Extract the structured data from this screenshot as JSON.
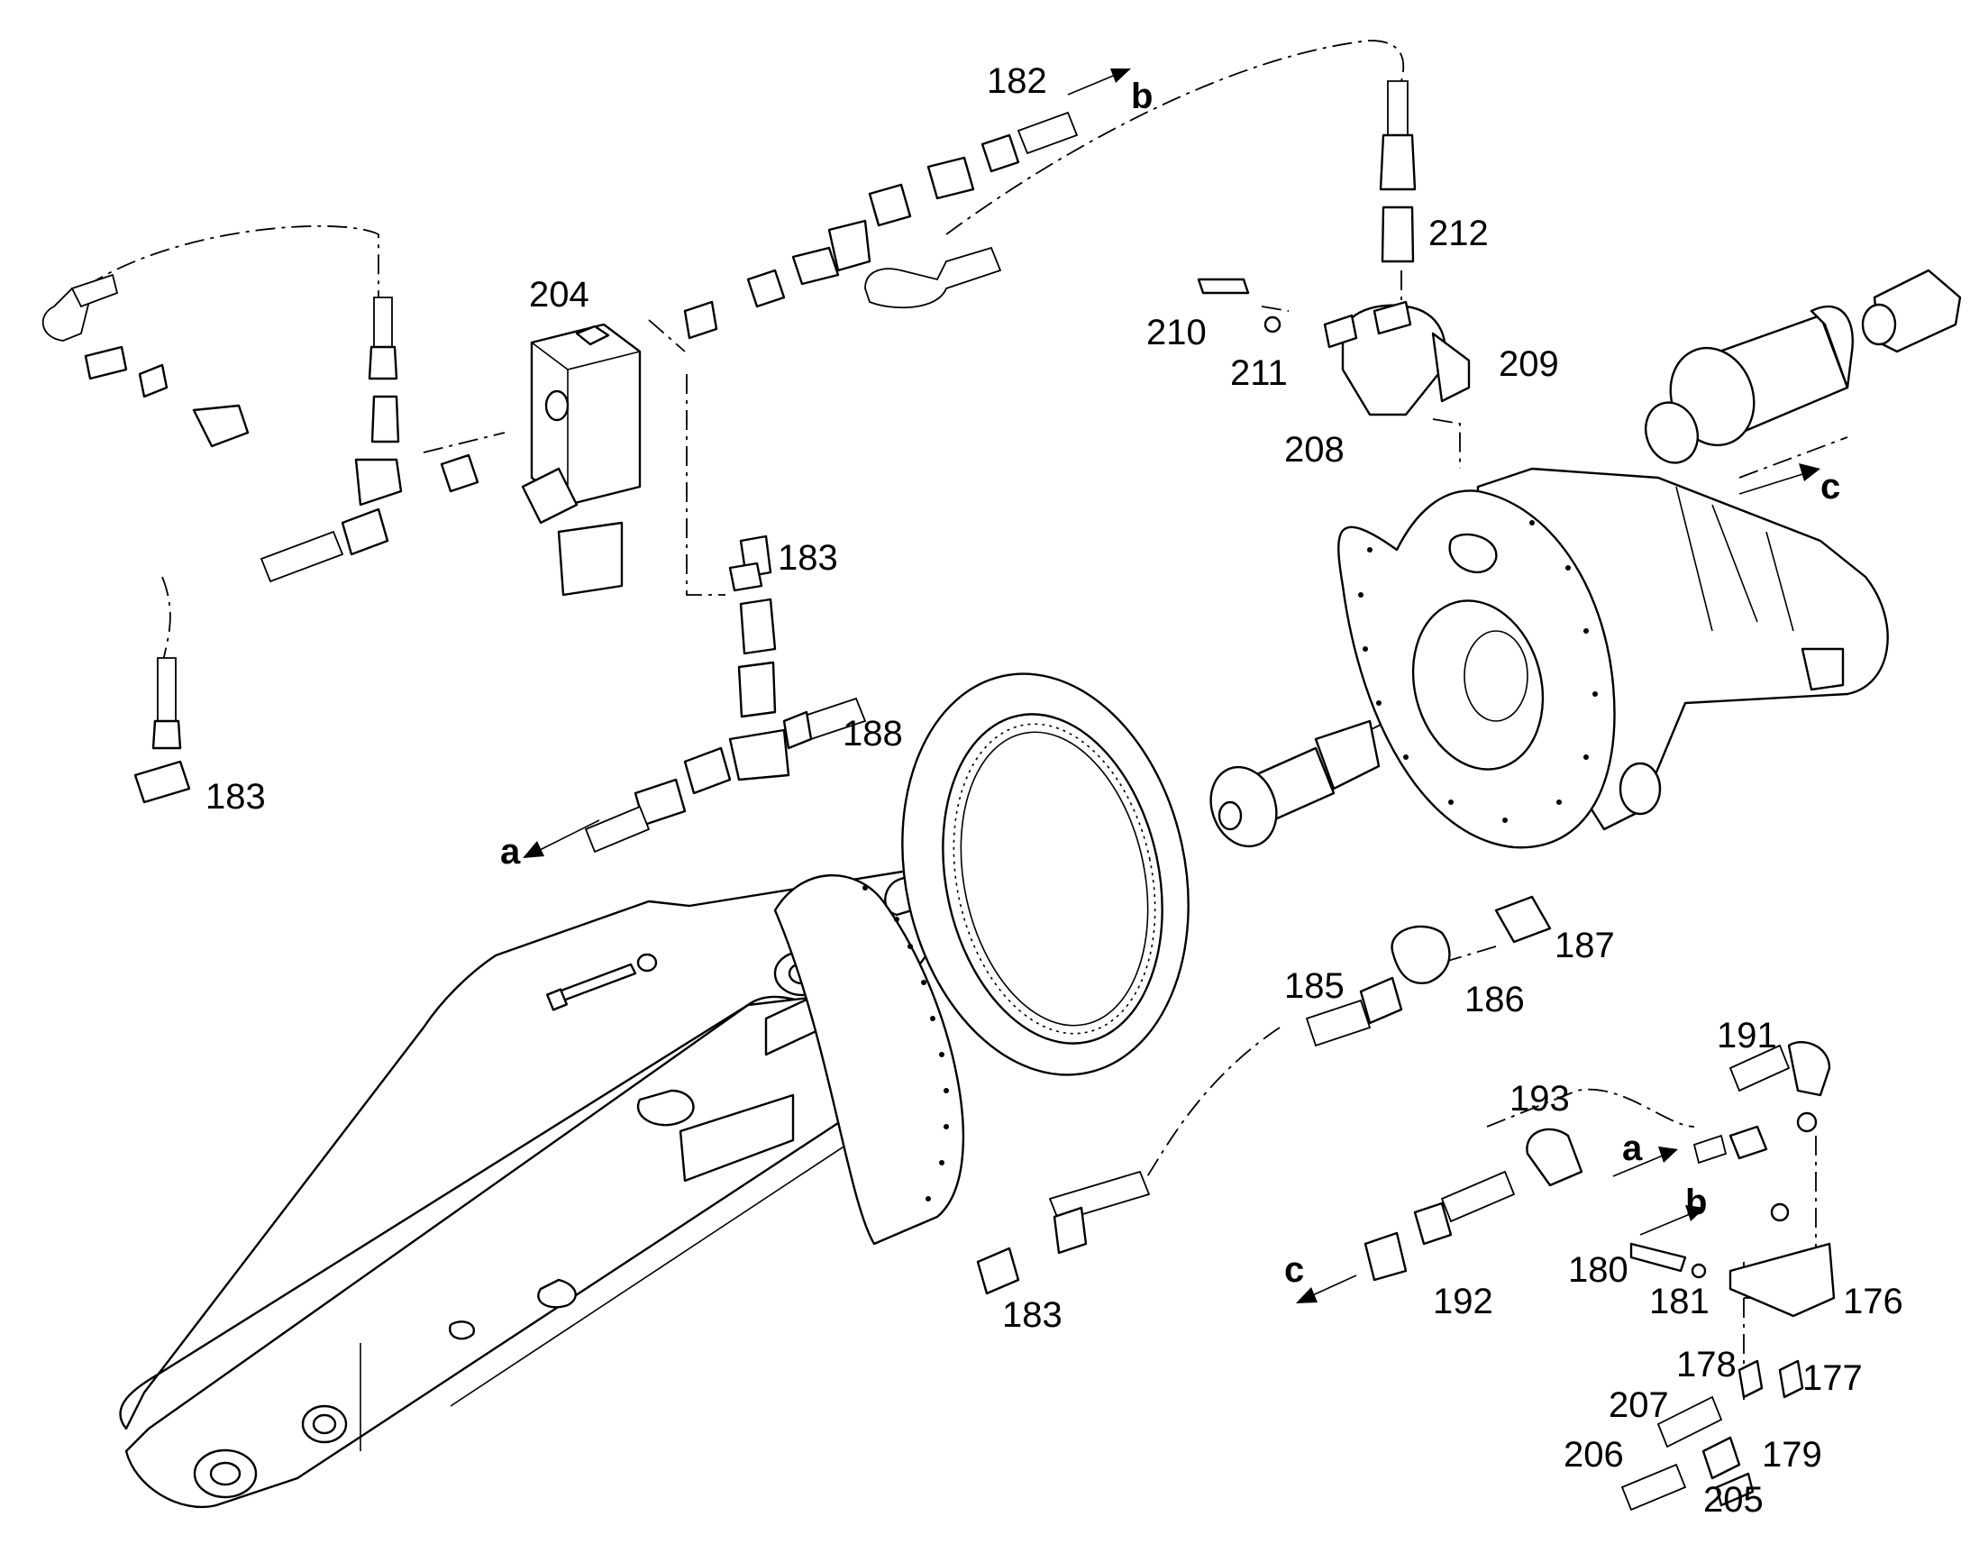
{
  "labels": {
    "p182": "182",
    "pb_top": "b",
    "p212": "212",
    "p204": "204",
    "p210": "210",
    "p211": "211",
    "p209": "209",
    "p208": "208",
    "pc_top": "c",
    "p183_a": "183",
    "p183_b": "183",
    "p188": "188",
    "pa_left": "a",
    "p187": "187",
    "p185": "185",
    "p186": "186",
    "p191": "191",
    "p193": "193",
    "pa_right": "a",
    "pb_right": "b",
    "p180": "180",
    "pc_left": "c",
    "p192": "192",
    "p181": "181",
    "p176": "176",
    "p183_c": "183",
    "p178": "178",
    "p177": "177",
    "p207": "207",
    "p206": "206",
    "p179": "179",
    "p205": "205"
  }
}
